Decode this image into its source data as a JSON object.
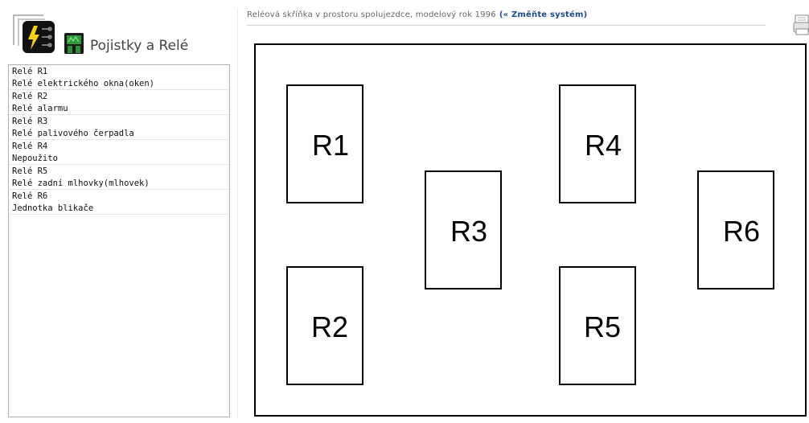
{
  "header": {
    "title": "Pojistky a Relé"
  },
  "breadcrumb": {
    "text": "Reléová skříňka v prostoru spolujezdce, modelový rok 1996",
    "link": "(« Změňte systém)"
  },
  "relay_list": [
    {
      "code": "Relé R1",
      "description": "Relé elektrického okna(oken)"
    },
    {
      "code": "Relé R2",
      "description": "Relé alarmu"
    },
    {
      "code": "Relé R3",
      "description": "Relé palivového čerpadla"
    },
    {
      "code": "Relé R4",
      "description": "Nepoužito"
    },
    {
      "code": "Relé R5",
      "description": "Relé zadní mlhovky(mlhovek)"
    },
    {
      "code": "Relé R6",
      "description": "Jednotka blikače"
    }
  ],
  "diagram": {
    "relays": [
      "R1",
      "R2",
      "R3",
      "R4",
      "R5",
      "R6"
    ]
  },
  "icons": {
    "logo": "fuse-relay-logo-icon",
    "relay": "relay-icon",
    "print": "print-icon"
  },
  "colors": {
    "link": "#1d4a8c",
    "logo_background": "#111111",
    "logo_bolt": "#f5d20a",
    "relay_icon": "#1f7a2c"
  }
}
